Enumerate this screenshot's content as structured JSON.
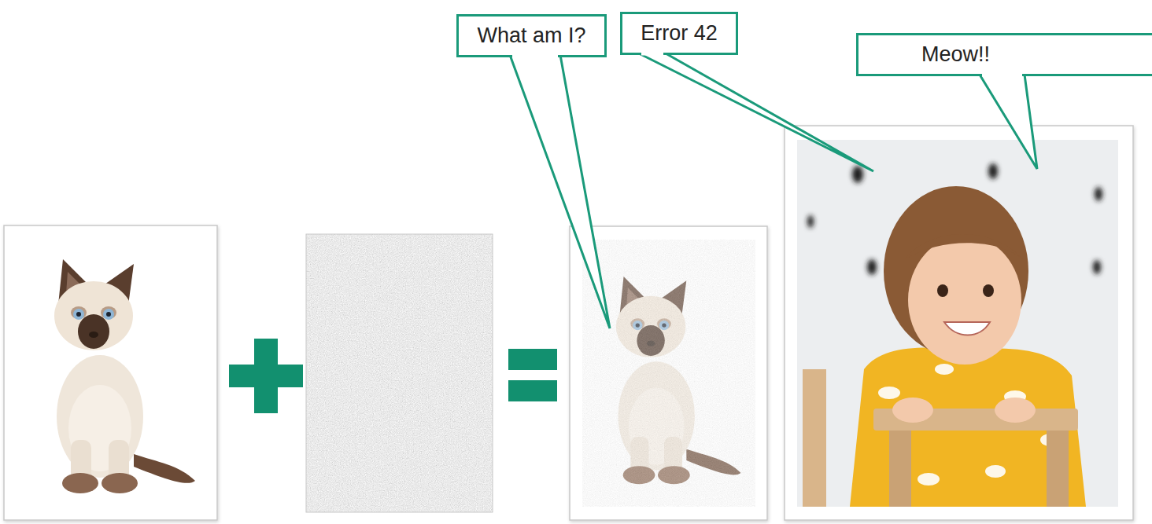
{
  "diagram": {
    "nodes": [
      {
        "text": [
          "What am I?"
        ]
      },
      {
        "text": [
          "Error 42"
        ]
      },
      {
        "text": [
          "Meow!!"
        ]
      }
    ]
  }
}
